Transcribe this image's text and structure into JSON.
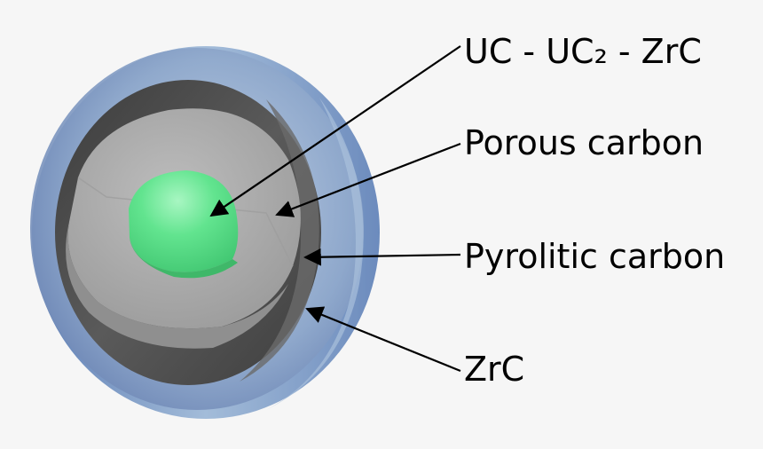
{
  "colors": {
    "background": "#f6f6f6",
    "zrc_layer": "#8fa8cc",
    "pyrolitic_layer": "#4f4f4f",
    "porous_layer": "#a8a8a8",
    "kernel": "#5ee88c",
    "text": "#000000"
  },
  "labels": {
    "kernel": "UC - UC₂ - ZrC",
    "porous": "Porous carbon",
    "pyrolitic": "Pyrolitic carbon",
    "zrc": "ZrC"
  }
}
